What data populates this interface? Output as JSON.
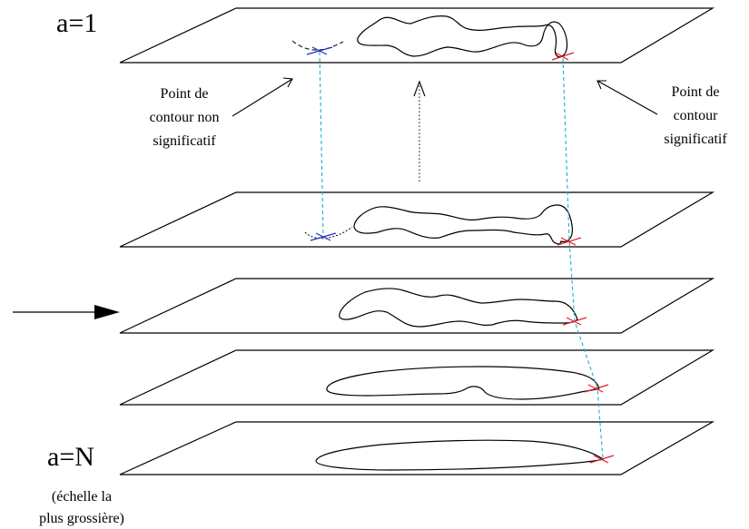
{
  "labels": {
    "top_scale": "a=1",
    "bottom_scale": "a=N",
    "bottom_note_line1": "(échelle la",
    "bottom_note_line2": "plus grossière)",
    "non_significant_line1": "Point de",
    "non_significant_line2": "contour non",
    "non_significant_line3": "significatif",
    "significant_line1": "Point de",
    "significant_line2": "contour",
    "significant_line3": "significatif"
  },
  "colors": {
    "guide": "#17b3cf",
    "significant_marker": "#e0202a",
    "non_significant_marker": "#2030c0",
    "line": "#000000"
  }
}
